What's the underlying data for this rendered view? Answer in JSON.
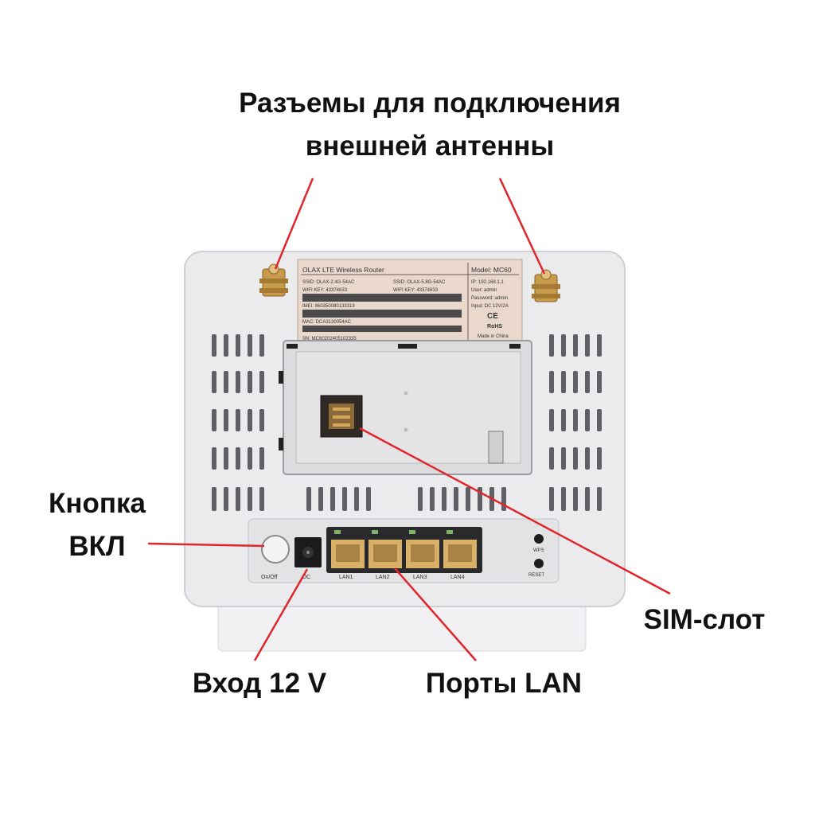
{
  "callouts": {
    "antenna_line1": "Разъемы для подключения",
    "antenna_line2": "внешней антенны",
    "power_line1": "Кнопка",
    "power_line2": "ВКЛ",
    "sim": "SIM-слот",
    "dc": "Вход 12 V",
    "lan": "Порты LAN"
  },
  "device_label": {
    "brand": "OLAX LTE Wireless Router",
    "model": "Model: MC60",
    "ssid_24": "SSID: OLAX-2.4G-54AC",
    "ssid_5": "SSID: OLAX-5.8G-54AC",
    "wifi_key_1": "WIFI KEY: 43374833",
    "wifi_key_2": "WIFI KEY: 43374833",
    "ip": "IP: 192.168.1.1",
    "user": "User: admin",
    "password": "Password: admin",
    "input": "Input: DC 12V/2A",
    "imei": "IMEI: 860350080133319",
    "ce": "CE",
    "rohs": "RoHS",
    "mac": "MAC: DCA3130054AC",
    "made_in": "Made in China",
    "sn": "SN: MC60202405102335"
  },
  "port_labels": {
    "on_off": "On/Off",
    "dc": "DC",
    "lan1": "LAN1",
    "lan2": "LAN2",
    "lan3": "LAN3",
    "lan4": "LAN4",
    "wps": "WPS",
    "reset": "RESET"
  },
  "colors": {
    "pointer": "#e0262b",
    "body": "#ececee",
    "port": "#d8b068",
    "label_bg": "#ead8cc"
  }
}
